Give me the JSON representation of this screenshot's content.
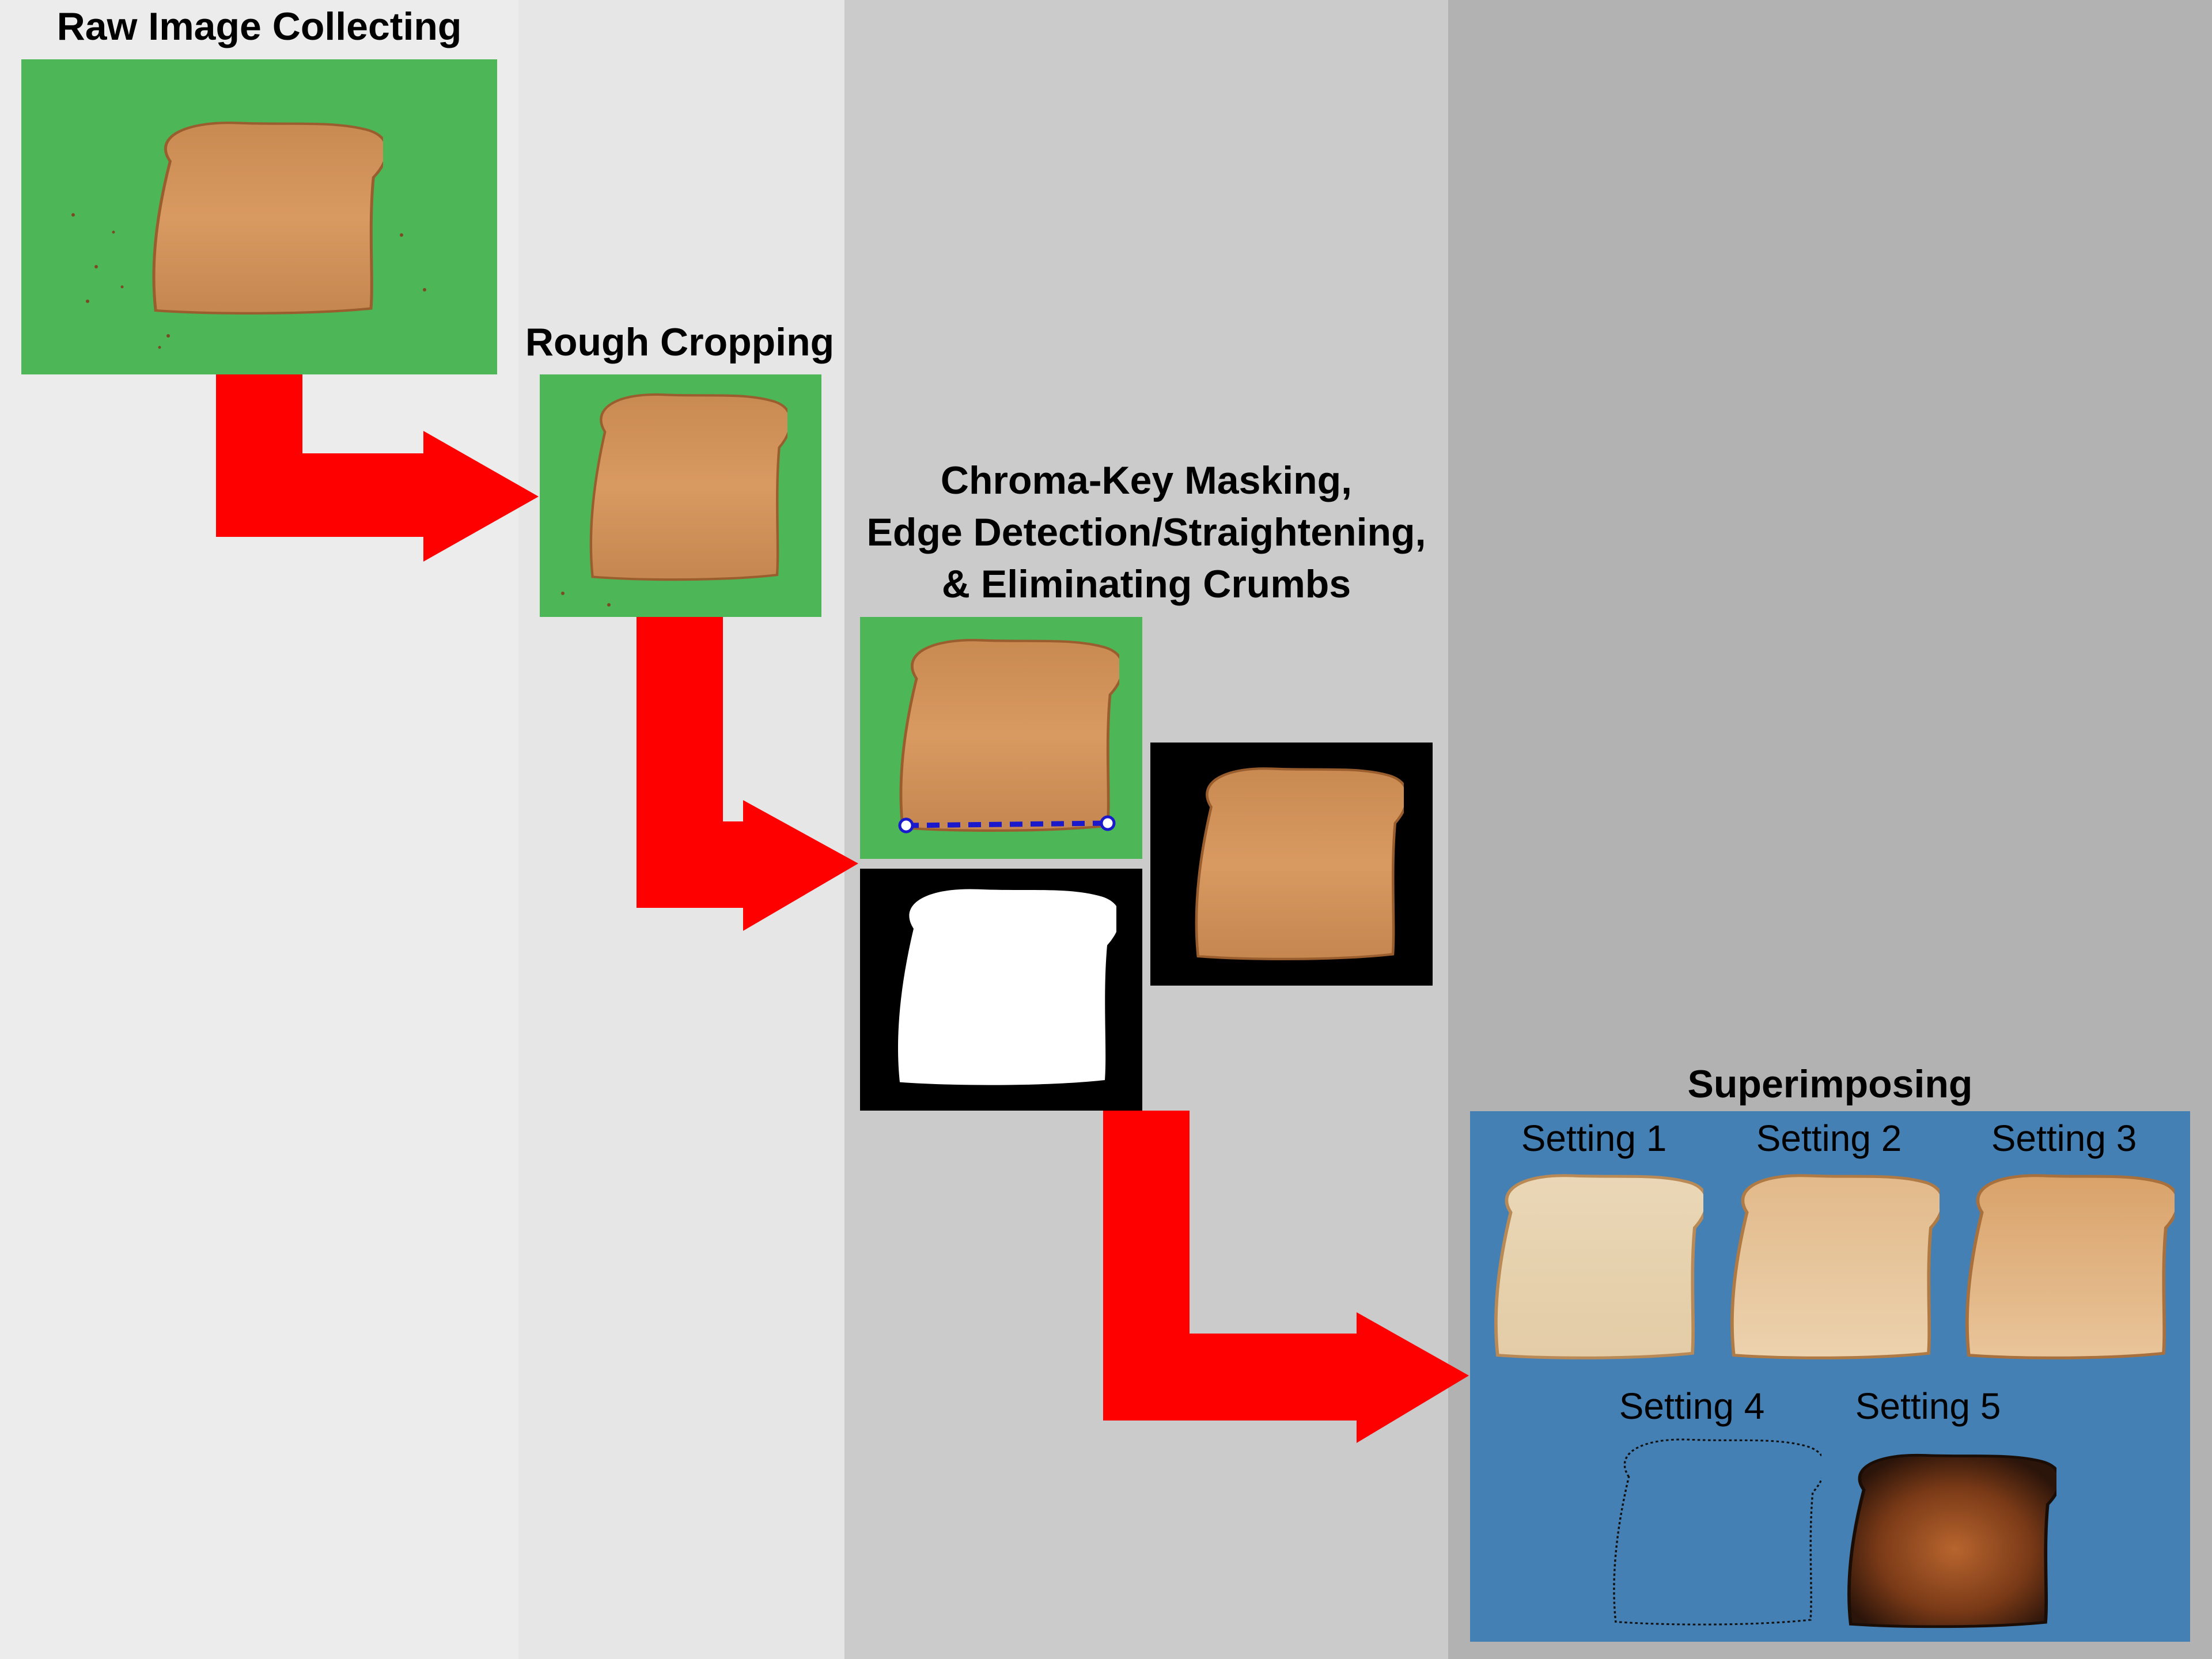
{
  "stages": [
    {
      "title": "Raw Image Collecting"
    },
    {
      "title": "Rough Cropping"
    },
    {
      "title_lines": [
        "Chroma-Key Masking,",
        "Edge Detection/Straightening,",
        "& Eliminating Crumbs"
      ]
    },
    {
      "title": "Superimposing"
    }
  ],
  "settings": [
    "Setting 1",
    "Setting 2",
    "Setting 3",
    "Setting 4",
    "Setting 5"
  ],
  "colors": {
    "band_1": "#ececec",
    "band_2": "#e6e6e6",
    "band_3": "#cbcbcb",
    "band_4": "#b2b2b2",
    "arrow": "#ff0000",
    "chroma_green": "#4db657",
    "superimpose_blue": "#4580b5",
    "edge_line": "#1a1acc"
  }
}
